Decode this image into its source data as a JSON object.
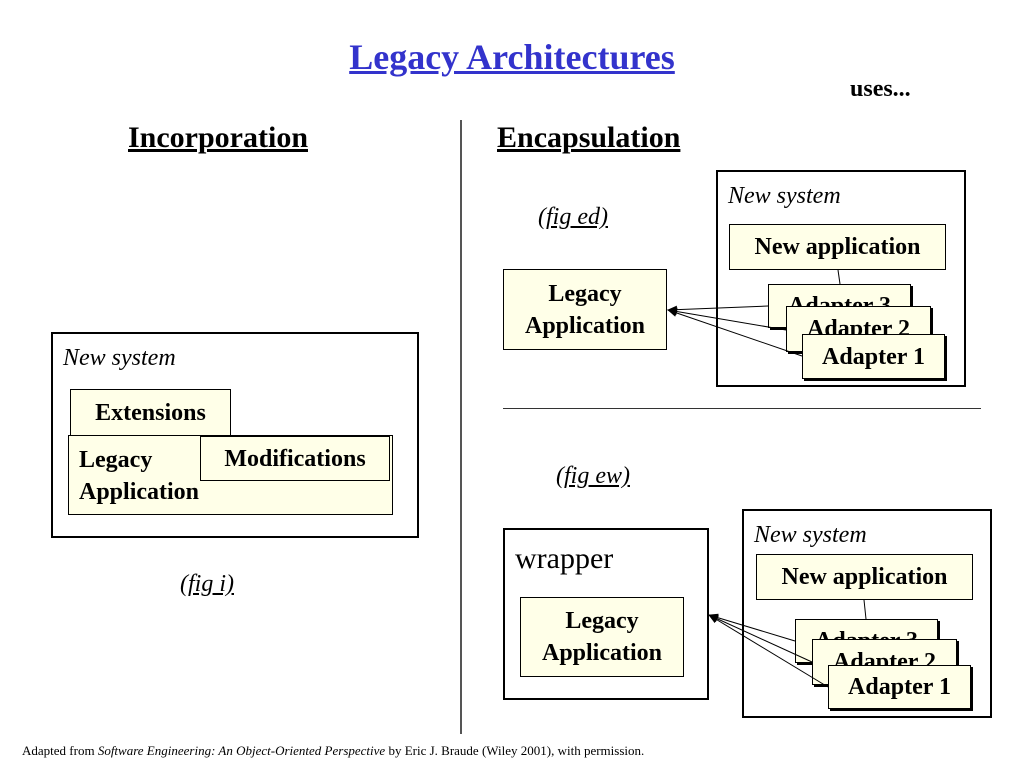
{
  "title": "Legacy Architectures",
  "uses_label": "uses...",
  "incorporation": {
    "heading": "Incorporation",
    "frame_label": "New system",
    "extensions": "Extensions",
    "legacy_line1": "Legacy",
    "legacy_line2": "Application",
    "modifications": "Modifications",
    "caption": "(fig i)"
  },
  "encapsulation": {
    "heading": "Encapsulation",
    "ed": {
      "caption": "(fig ed)",
      "legacy_line1": "Legacy",
      "legacy_line2": "Application",
      "frame_label": "New system",
      "new_app": "New application",
      "adapter3": "Adapter 3",
      "adapter2": "Adapter 2",
      "adapter1": "Adapter 1"
    },
    "ew": {
      "caption": "(fig ew)",
      "wrapper_label": "wrapper",
      "legacy_line1": "Legacy",
      "legacy_line2": "Application",
      "frame_label": "New system",
      "new_app": "New application",
      "adapter3": "Adapter 3",
      "adapter2": "Adapter 2",
      "adapter1": "Adapter 1"
    }
  },
  "footer": {
    "prefix": "Adapted from ",
    "book": "Software Engineering: An Object-Oriented Perspective",
    "suffix": " by Eric J. Braude (Wiley 2001), with permission."
  }
}
